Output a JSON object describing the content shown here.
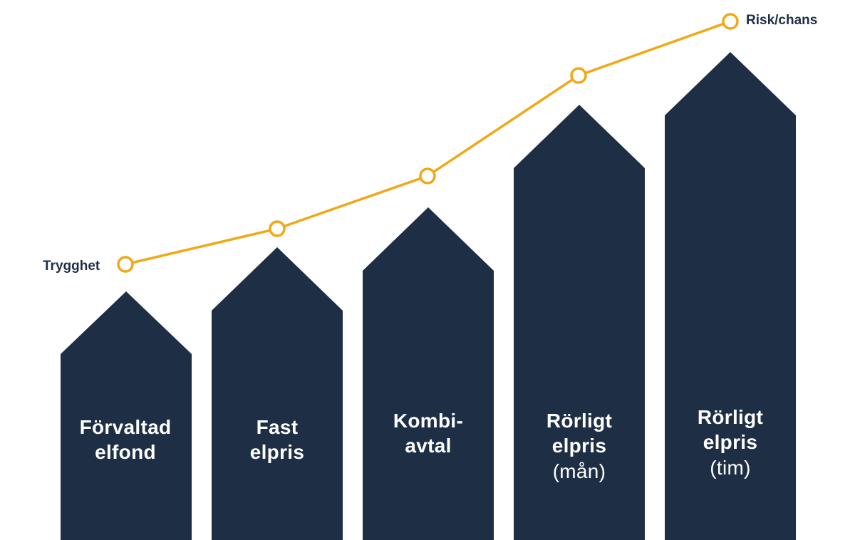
{
  "colors": {
    "arrow_fill": "#1e2f45",
    "line": "#f0a818",
    "background": "#ffffff",
    "label_text": "#1e2f45",
    "arrow_text": "#ffffff"
  },
  "scale": {
    "start_label": "Trygghet",
    "end_label": "Risk/chans"
  },
  "arrows": [
    {
      "line1": "Förvaltad",
      "line2": "elfond",
      "sub": ""
    },
    {
      "line1": "Fast",
      "line2": "elpris",
      "sub": ""
    },
    {
      "line1": "Kombi-",
      "line2": "avtal",
      "sub": ""
    },
    {
      "line1": "Rörligt",
      "line2": "elpris",
      "sub": "(mån)"
    },
    {
      "line1": "Rörligt",
      "line2": "elpris",
      "sub": "(tim)"
    }
  ]
}
